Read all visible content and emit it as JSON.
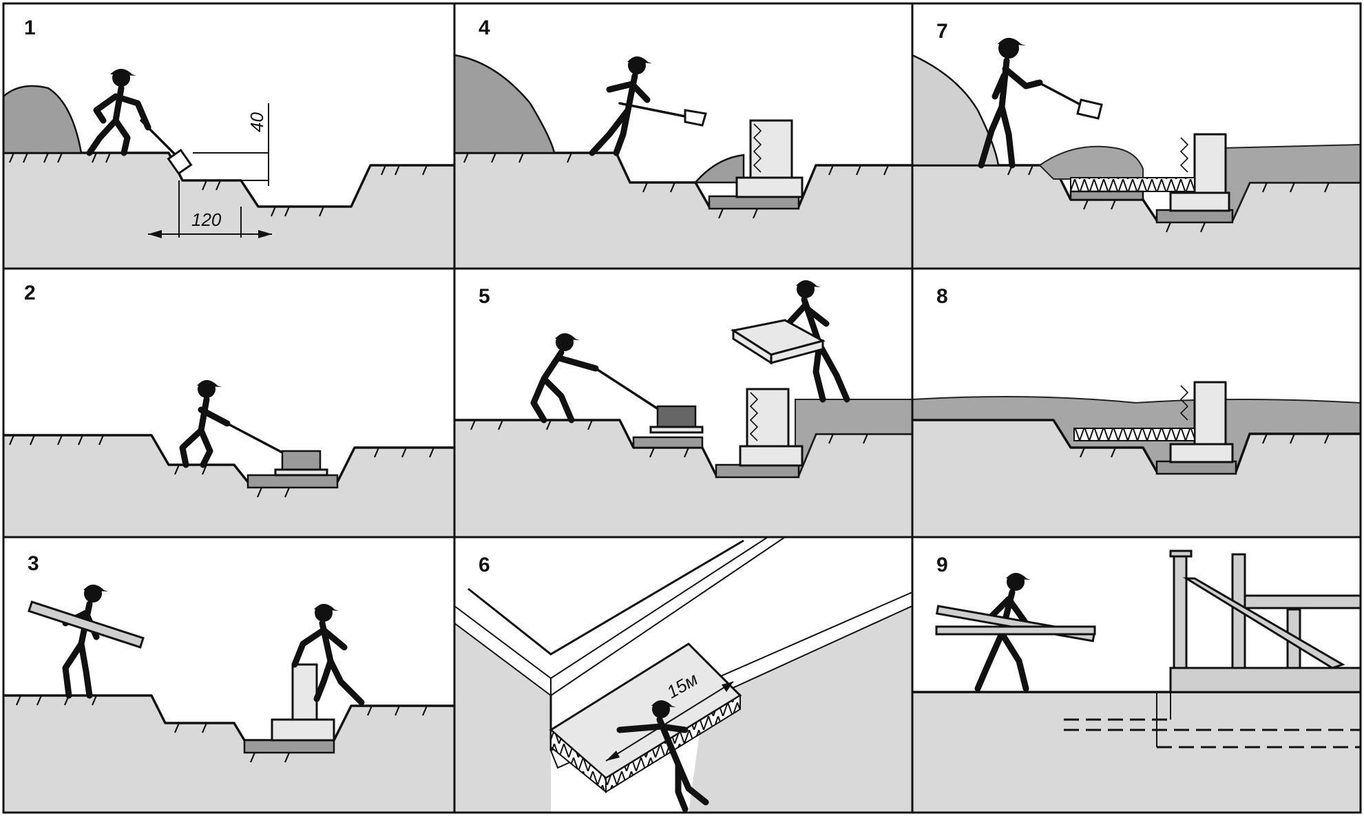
{
  "panels": [
    {
      "number": "1"
    },
    {
      "number": "2"
    },
    {
      "number": "3"
    },
    {
      "number": "4"
    },
    {
      "number": "5"
    },
    {
      "number": "6"
    },
    {
      "number": "7"
    },
    {
      "number": "8"
    },
    {
      "number": "9"
    }
  ],
  "dimensions": {
    "depth": "40",
    "width": "120",
    "length": "15м"
  }
}
